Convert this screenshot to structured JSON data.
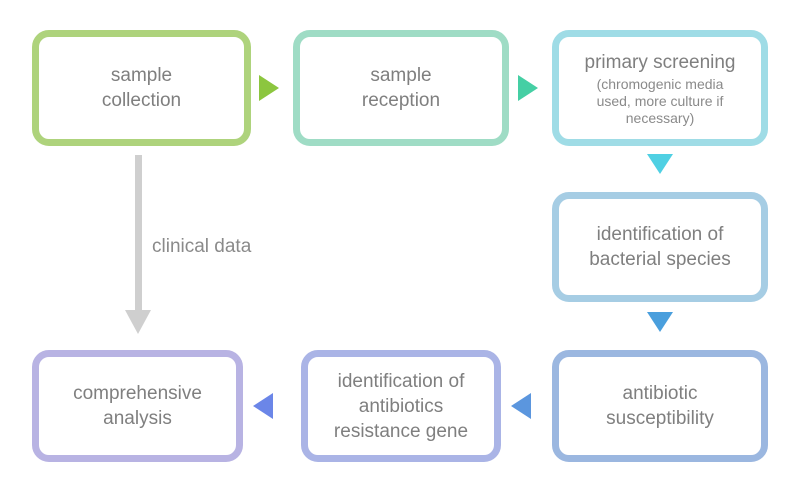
{
  "diagram": {
    "title": "clinical microbiology workflow flowchart",
    "background": "#ffffff",
    "nodes": [
      {
        "id": "sample-collection",
        "label": "sample\ncollection",
        "sublabel": "",
        "border_color": "#aed37c",
        "text_color": "#7f7f7f"
      },
      {
        "id": "sample-reception",
        "label": "sample\nreception",
        "sublabel": "",
        "border_color": "#9fdcc5",
        "text_color": "#7f7f7f"
      },
      {
        "id": "primary-screening",
        "label": "primary screening",
        "sublabel": "(chromogenic media\nused, more culture if\nnecessary)",
        "border_color": "#9fdce6",
        "text_color": "#7f7f7f"
      },
      {
        "id": "identification-of-bacterial-species",
        "label": "identification of\nbacterial species",
        "sublabel": "",
        "border_color": "#a6cde4",
        "text_color": "#7f7f7f"
      },
      {
        "id": "antibiotic-susceptibility",
        "label": "antibiotic\nsusceptibility",
        "sublabel": "",
        "border_color": "#9bb7e0",
        "text_color": "#7f7f7f"
      },
      {
        "id": "identification-of-antibiotics-resistance-gene",
        "label": "identification of\nantibiotics\nresistance gene",
        "sublabel": "",
        "border_color": "#aab4e6",
        "text_color": "#7f7f7f"
      },
      {
        "id": "comprehensive-analysis",
        "label": "comprehensive\nanalysis",
        "sublabel": "",
        "border_color": "#b8b3e3",
        "text_color": "#7f7f7f"
      }
    ],
    "arrows": [
      {
        "id": "collection-to-reception",
        "from": "sample-collection",
        "to": "sample-reception",
        "direction": "right",
        "color": "#8cc63f"
      },
      {
        "id": "reception-to-screening",
        "from": "sample-reception",
        "to": "primary-screening",
        "direction": "right",
        "color": "#45cfa4"
      },
      {
        "id": "screening-to-species",
        "from": "primary-screening",
        "to": "identification-of-bacterial-species",
        "direction": "down",
        "color": "#4fd0e3"
      },
      {
        "id": "species-to-susceptibility",
        "from": "identification-of-bacterial-species",
        "to": "antibiotic-susceptibility",
        "direction": "down",
        "color": "#4a9fdd"
      },
      {
        "id": "susceptibility-to-resistance-gene",
        "from": "antibiotic-susceptibility",
        "to": "identification-of-antibiotics-resistance-gene",
        "direction": "left",
        "color": "#5b96de"
      },
      {
        "id": "resistance-gene-to-analysis",
        "from": "identification-of-antibiotics-resistance-gene",
        "to": "comprehensive-analysis",
        "direction": "left",
        "color": "#6b86e8"
      }
    ],
    "clinical_data_connector": {
      "id": "clinical-data",
      "label": "clinical data",
      "from": "sample-collection",
      "to": "comprehensive-analysis",
      "direction": "down",
      "color": "#cfcfcf",
      "text_color": "#8a8a8a"
    }
  }
}
